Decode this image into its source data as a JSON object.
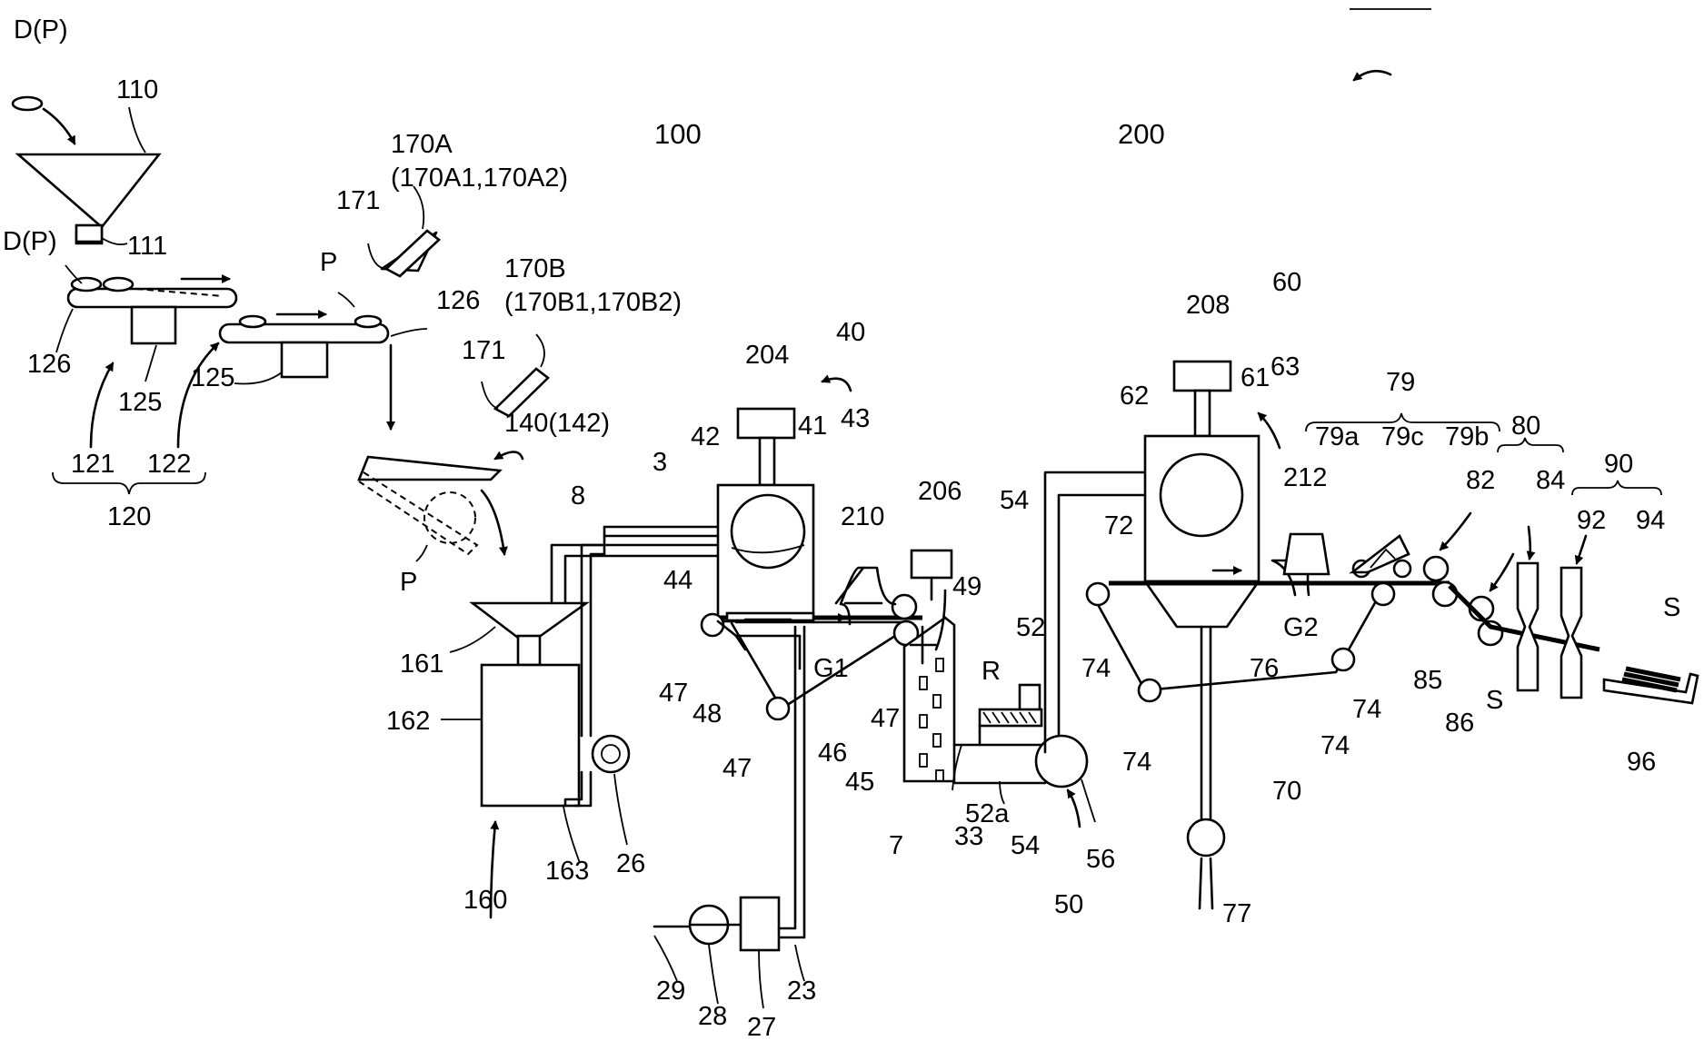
{
  "title_ref": "1000",
  "labels": {
    "dp_top": "D(P)",
    "dp_left": "D(P)",
    "n110": "110",
    "n111": "111",
    "n126a": "126",
    "n126b": "126",
    "n125a": "125",
    "n125b": "125",
    "n121": "121",
    "n122": "122",
    "n120": "120",
    "p_top": "P",
    "p_bottom": "P",
    "n170a": "170A",
    "n170a_sub": "(170A1,170A2)",
    "n170b": "170B",
    "n170b_sub": "(170B1,170B2)",
    "n171a": "171",
    "n171b": "171",
    "n140": "140(142)",
    "n100": "100",
    "n200": "200",
    "n8": "8",
    "n3": "3",
    "n161": "161",
    "n162": "162",
    "n163": "163",
    "n160": "160",
    "n26": "26",
    "n29": "29",
    "n28": "28",
    "n27": "27",
    "n23": "23",
    "n204": "204",
    "n40": "40",
    "n42": "42",
    "n41": "41",
    "n43": "43",
    "n44": "44",
    "n47a": "47",
    "n47b": "47",
    "n47c": "47",
    "n48": "48",
    "g1": "G1",
    "n46": "46",
    "n45": "45",
    "n210": "210",
    "n206": "206",
    "n49": "49",
    "r": "R",
    "n7": "7",
    "n33": "33",
    "n52": "52",
    "n52a": "52a",
    "n54a": "54",
    "n54b": "54",
    "n56": "56",
    "n50": "50",
    "n208": "208",
    "n60": "60",
    "n62": "62",
    "n61": "61",
    "n63": "63",
    "n72": "72",
    "n74a": "74",
    "n74b": "74",
    "n74c": "74",
    "n74d": "74",
    "n76": "76",
    "n70": "70",
    "n77": "77",
    "n212": "212",
    "g2": "G2",
    "n79": "79",
    "n79a": "79a",
    "n79c": "79c",
    "n79b": "79b",
    "n80": "80",
    "n82": "82",
    "n84": "84",
    "n85": "85",
    "n86": "86",
    "s_a": "S",
    "s_b": "S",
    "n90": "90",
    "n92": "92",
    "n94": "94",
    "n96": "96"
  }
}
